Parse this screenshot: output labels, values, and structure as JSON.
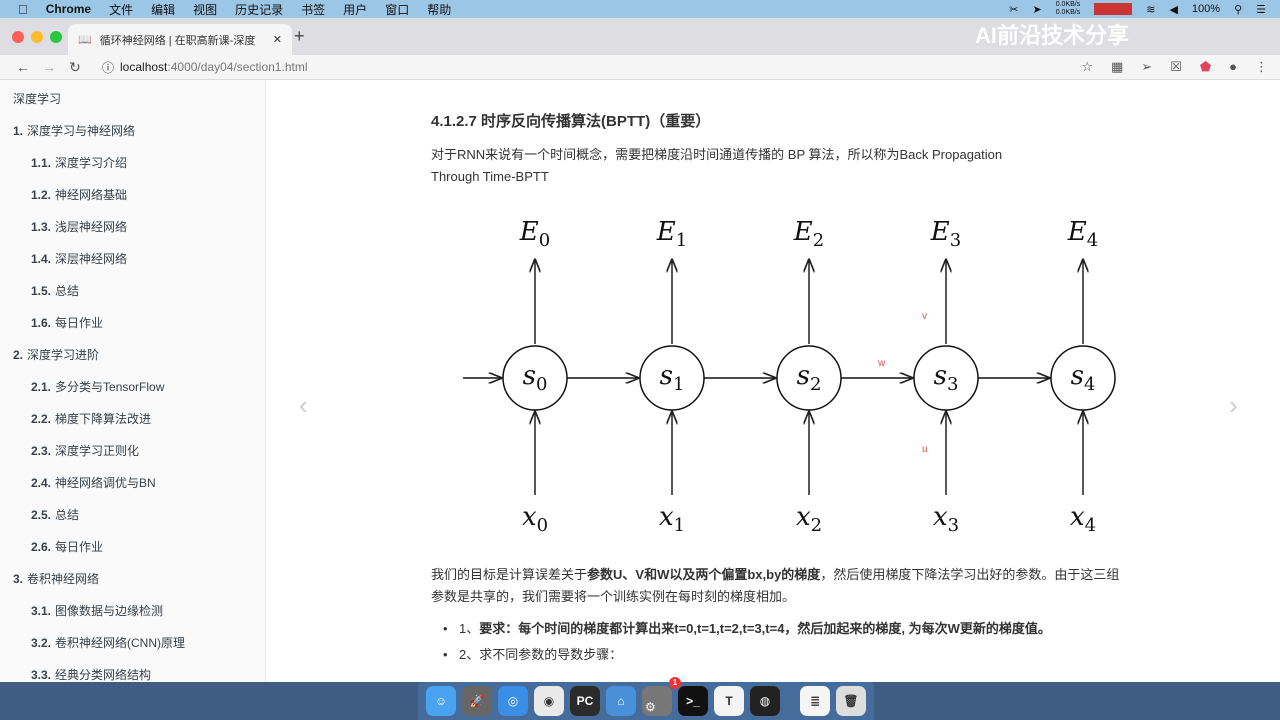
{
  "menubar": {
    "app": "Chrome",
    "items": [
      "文件",
      "编辑",
      "视图",
      "历史记录",
      "书签",
      "用户",
      "窗口",
      "帮助"
    ],
    "net_up": "0.0KB/s",
    "net_down": "0.0KB/s",
    "battery": "100%"
  },
  "browser": {
    "tab_title": "循环神经网络 | 在职高新课-深度",
    "url_host": "localhost",
    "url_path": ":4000/day04/section1.html",
    "watermark": "AI前沿技术分享"
  },
  "sidebar": {
    "items": [
      {
        "num": "",
        "label": "深度学习",
        "level": 0
      },
      {
        "num": "1.",
        "label": "深度学习与神经网络",
        "level": 1
      },
      {
        "num": "1.1.",
        "label": "深度学习介绍",
        "level": 2
      },
      {
        "num": "1.2.",
        "label": "神经网络基础",
        "level": 2
      },
      {
        "num": "1.3.",
        "label": "浅层神经网络",
        "level": 2
      },
      {
        "num": "1.4.",
        "label": "深层神经网络",
        "level": 2
      },
      {
        "num": "1.5.",
        "label": "总结",
        "level": 2
      },
      {
        "num": "1.6.",
        "label": "每日作业",
        "level": 2
      },
      {
        "num": "2.",
        "label": "深度学习进阶",
        "level": 1
      },
      {
        "num": "2.1.",
        "label": "多分类与TensorFlow",
        "level": 2
      },
      {
        "num": "2.2.",
        "label": "梯度下降算法改进",
        "level": 2
      },
      {
        "num": "2.3.",
        "label": "深度学习正则化",
        "level": 2
      },
      {
        "num": "2.4.",
        "label": "神经网络调优与BN",
        "level": 2
      },
      {
        "num": "2.5.",
        "label": "总结",
        "level": 2
      },
      {
        "num": "2.6.",
        "label": "每日作业",
        "level": 2
      },
      {
        "num": "3.",
        "label": "卷积神经网络",
        "level": 1
      },
      {
        "num": "3.1.",
        "label": "图像数据与边缘检测",
        "level": 2
      },
      {
        "num": "3.2.",
        "label": "卷积神经网络(CNN)原理",
        "level": 2
      },
      {
        "num": "3.3.",
        "label": "经典分类网络结构",
        "level": 2
      }
    ]
  },
  "content": {
    "heading": "4.1.2.7 时序反向传播算法(BPTT)（重要）",
    "intro1": "对于RNN来说有一个时间概念，需要把梯度沿时间通道传播的 BP 算法，所以称为Back Propagation",
    "intro2": "Through Time-BPTT",
    "diagram": {
      "outputs": [
        "E0",
        "E1",
        "E2",
        "E3",
        "E4"
      ],
      "states": [
        "s0",
        "s1",
        "s2",
        "s3",
        "s4"
      ],
      "inputs": [
        "x0",
        "x1",
        "x2",
        "x3",
        "x4"
      ],
      "label_v": "v",
      "label_w": "w",
      "label_u": "u",
      "label_color": "#d9534f"
    },
    "para_a": "我们的目标是计算误差关于",
    "para_bold": "参数U、V和W以及两个偏置bx,by的梯度",
    "para_b": "，然后使用梯度下降法学习出好的参数。由于这三组参数是共享的，我们需要将一个训练实例在每时刻的梯度相加。",
    "bullet1_prefix": "1、",
    "bullet1_bold": "要求：每个时间的梯度都计算出来t=0,t=1,t=2,t=3,t=4，然后加起来的梯度, 为每次W更新的梯度值。",
    "bullet2": "2、求不同参数的导数步骤："
  },
  "dock": {
    "items": [
      "finder",
      "launchpad",
      "safari",
      "chrome",
      "pycharm",
      "keynote",
      "system-preferences",
      "terminal",
      "typora",
      "obs",
      "document",
      "trash"
    ],
    "badge": "1"
  }
}
